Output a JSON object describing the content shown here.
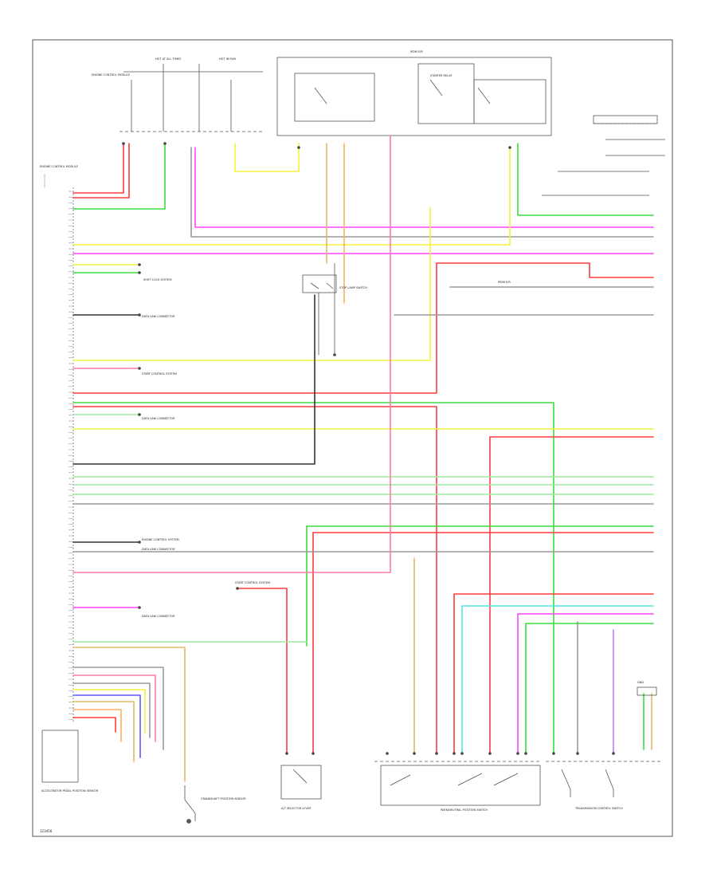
{
  "diagram": {
    "footer_code": "123456",
    "labels": {
      "ecm": "ENGINE CONTROL MODULE",
      "hot_at_all_times": "HOT AT ALL TIMES",
      "hot_in_run": "HOT IN RUN",
      "ipdm": "IPDM E/R",
      "starter_relay": "STARTER RELAY",
      "engine_control": "ENGINE CONTROL SYSTEM",
      "data_link": "DATA LINK CONNECTOR",
      "shift_lock": "SHIFT LOCK SYSTEM",
      "start_control": "START CONTROL SYSTEM",
      "accel_sensor": "ACCELERATOR PEDAL POSITION SENSOR",
      "selector_lever": "A/T SELECTOR LEVER",
      "park_neutral_switch": "PARK/NEUTRAL POSITION SWITCH",
      "transmission_switch": "TRANSMISSION CONTROL SWITCH",
      "crankshaft_sensor": "CRANKSHAFT POSITION SENSOR",
      "stop_lamp_switch": "STOP LAMP SWITCH",
      "ground": "GND"
    },
    "wire_colors": {
      "red": "#ff3b3b",
      "pink": "#ff7aa8",
      "magenta": "#ff44ff",
      "yellow": "#f4f23a",
      "green": "#3ddc3d",
      "light_green": "#9dea9d",
      "blue": "#5a5aff",
      "cyan": "#55e6e6",
      "orange": "#ffb060",
      "tan": "#e2b86a",
      "gray": "#9a9a9a",
      "black": "#333333",
      "violet": "#b880ff"
    }
  }
}
